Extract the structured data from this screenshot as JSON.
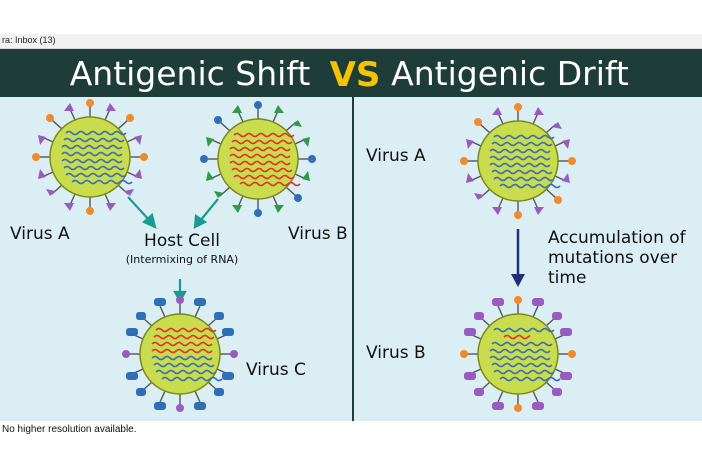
{
  "window": {
    "tab_title": "ra: Inbox (13)"
  },
  "diagram": {
    "title_left": "Antigenic Shift",
    "title_vs": "VS",
    "title_right": "Antigenic Drift",
    "shift": {
      "virus_a": "Virus A",
      "virus_b": "Virus B",
      "host_cell": "Host Cell",
      "host_cell_note": "(Intermixing of RNA)",
      "virus_c": "Virus C"
    },
    "drift": {
      "virus_a": "Virus A",
      "virus_b": "Virus B",
      "arrow_label_line1": "Accumulation of",
      "arrow_label_line2": "mutations over",
      "arrow_label_line3": "time"
    }
  },
  "footer": {
    "caption": "No higher resolution available."
  },
  "colors": {
    "title_bar": "#1f3d38",
    "title_text": "#ffffff",
    "vs_text": "#f5c400",
    "panel_bg": "#dbeef4",
    "virus_body": "#c8dc4e",
    "rna_blue": "#3a6fb0",
    "rna_red": "#e0342a",
    "arrow_teal": "#1a9a90",
    "arrow_navy": "#1e2f7a"
  }
}
